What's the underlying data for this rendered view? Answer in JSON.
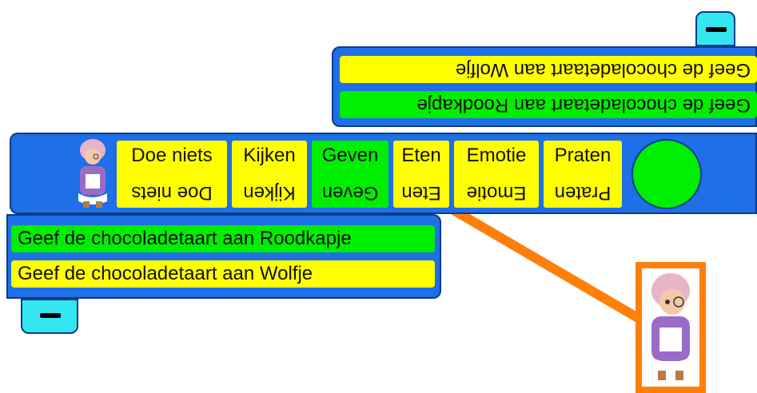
{
  "top_panel": {
    "options": [
      {
        "label": "Geef de chocoladetaart aan Wolfje",
        "color": "#ffff00"
      },
      {
        "label": "Geef de chocoladetaart aan Roodkapje",
        "color": "#00ee00"
      }
    ]
  },
  "menu": {
    "buttons": [
      {
        "label": "Doe niets",
        "color": "#ffff00"
      },
      {
        "label": "Kijken",
        "color": "#ffff00"
      },
      {
        "label": "Geven",
        "color": "#00ee00"
      },
      {
        "label": "Eten",
        "color": "#ffff00"
      },
      {
        "label": "Emotie",
        "color": "#ffff00"
      },
      {
        "label": "Praten",
        "color": "#ffff00"
      }
    ]
  },
  "bottom_panel": {
    "options": [
      {
        "label": "Geef de chocoladetaart aan Roodkapje",
        "color": "#00ee00"
      },
      {
        "label": "Geef de chocoladetaart aan Wolfje",
        "color": "#ffff00"
      }
    ]
  },
  "colors": {
    "panel_blue": "#1f6fe6",
    "tab_cyan": "#33e6f0",
    "selection_orange": "#ff7f0a"
  },
  "icons": {
    "collapse": "minus-icon",
    "character": "grandmother-icon"
  }
}
